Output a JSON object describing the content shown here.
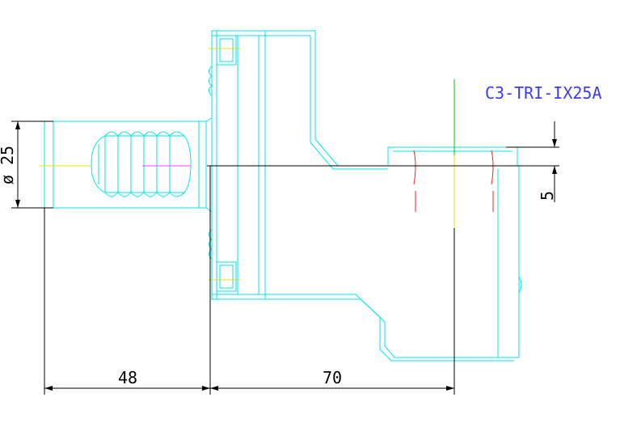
{
  "drawing": {
    "title": "C3-TRI-IX25A",
    "dimensions": {
      "diameter": "ø 25",
      "left_length": "48",
      "right_length": "70",
      "offset": "5"
    }
  },
  "colors": {
    "geometry": "#00e5ee",
    "dimension": "#000000",
    "title": "#3a3aff",
    "center_green": "#00c800",
    "center_yellow": "#e6e600",
    "hidden_red": "#ff2020",
    "magenta": "#ff40ff"
  }
}
